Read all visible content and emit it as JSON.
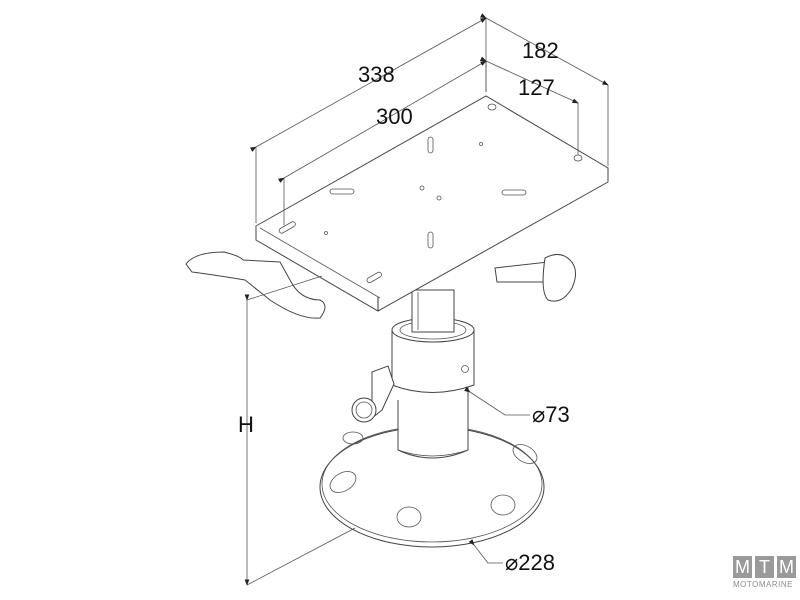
{
  "drawing": {
    "subject": "Adjustable boat seat pedestal with slide mount",
    "dimensions": {
      "outer_length": "338",
      "inner_length": "300",
      "outer_width": "182",
      "inner_width": "127",
      "height": "H",
      "column_diameter": "⌀73",
      "base_diameter": "⌀228"
    }
  },
  "logo": {
    "letters": [
      "M",
      "T",
      "M"
    ],
    "text": "MOTOMARINE"
  }
}
